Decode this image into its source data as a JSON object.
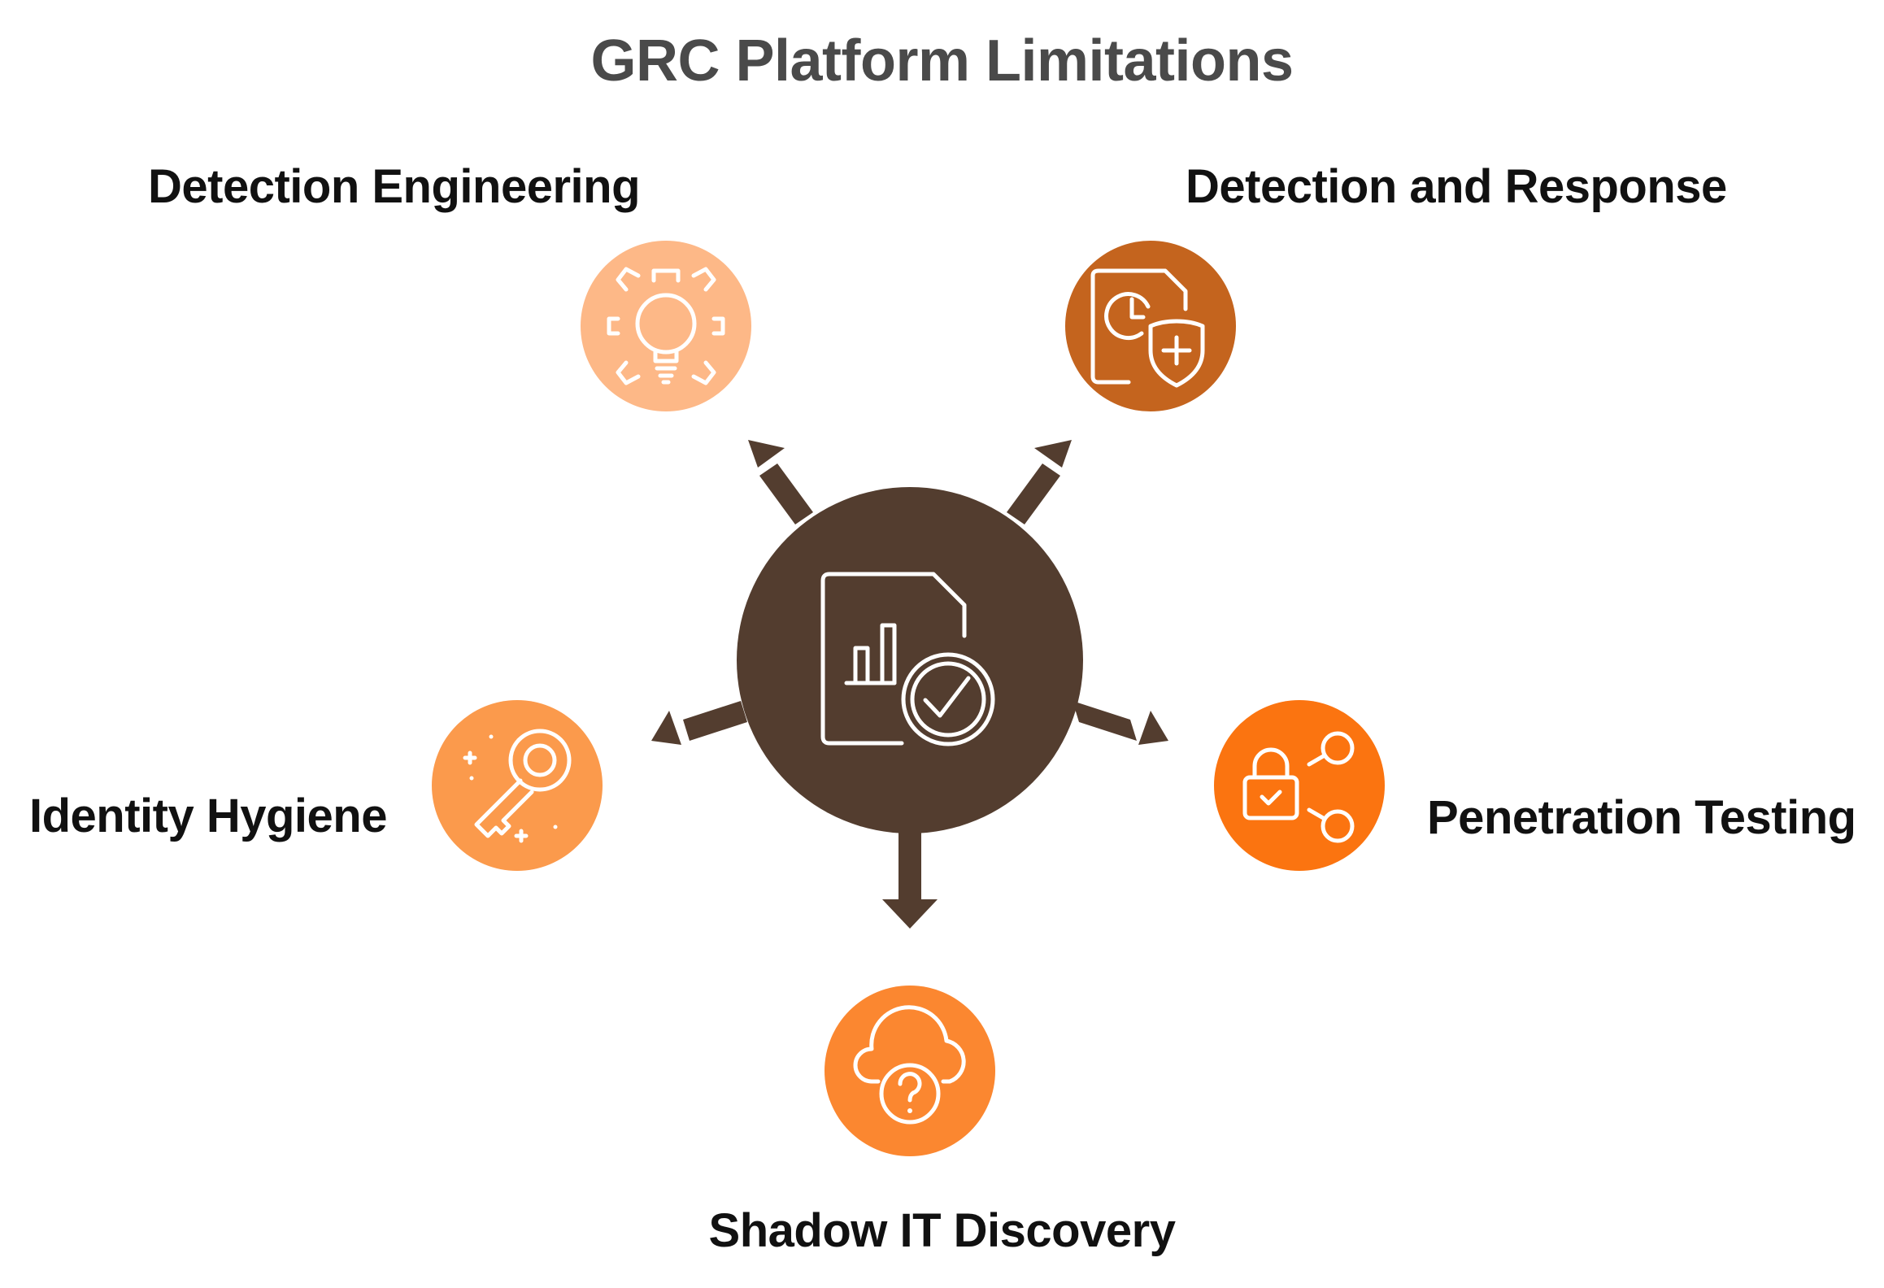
{
  "title": "GRC Platform Limitations",
  "hub": {
    "icon": "compliance-report-check-icon",
    "color": "#533d2f"
  },
  "nodes": [
    {
      "label": "Detection Engineering",
      "icon": "gear-lightbulb-icon",
      "color": "#fdb887"
    },
    {
      "label": "Detection and Response",
      "icon": "document-clock-shield-icon",
      "color": "#c4641e"
    },
    {
      "label": "Identity Hygiene",
      "icon": "key-magnifier-icon",
      "color": "#fb9a4c"
    },
    {
      "label": "Penetration Testing",
      "icon": "padlock-network-icon",
      "color": "#fb7410"
    },
    {
      "label": "Shadow IT Discovery",
      "icon": "cloud-question-icon",
      "color": "#fb8730"
    }
  ]
}
